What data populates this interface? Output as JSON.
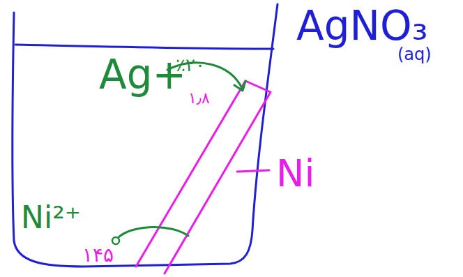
{
  "diagram": {
    "labels": [
      "AgNO₃",
      "(aq)",
      "Ag+",
      "٪۲۰",
      "۱٫۸",
      "Ni",
      "Ni²⁺",
      "۱۴۵"
    ]
  }
}
